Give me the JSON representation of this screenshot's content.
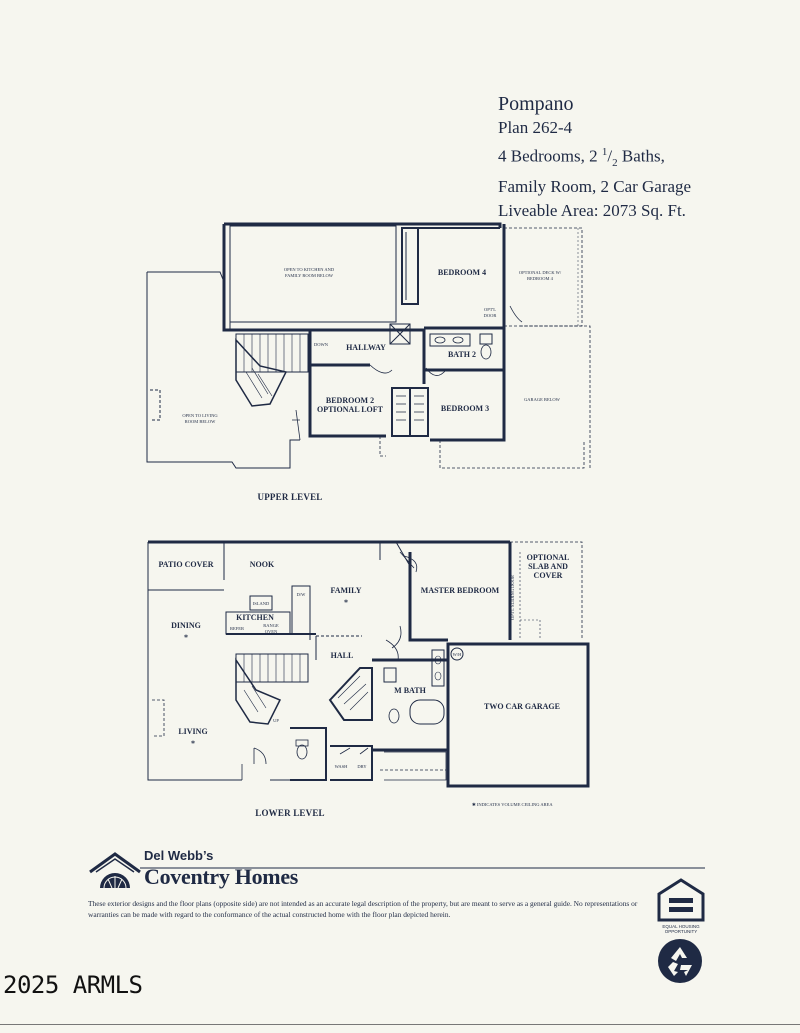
{
  "header": {
    "model": "Pompano",
    "plan": "Plan 262-4",
    "rooms_pre": "4 Bedrooms,  2 ",
    "half_num": "1",
    "half_slash": "/",
    "half_den": "2",
    "rooms_post": " Baths,",
    "features": "Family Room, 2 Car Garage",
    "area": "Liveable Area: 2073 Sq. Ft."
  },
  "upper": {
    "caption": "UPPER LEVEL",
    "open_kitchen_1": "OPEN TO KITCHEN AND",
    "open_kitchen_2": "FAMILY ROOM BELOW",
    "bedroom4": "BEDROOM 4",
    "deck_1": "OPTIONAL DECK W/",
    "deck_2": "BEDROOM 4",
    "optl_door_1": "OPT'L",
    "optl_door_2": "DOOR",
    "down": "DOWN",
    "hallway": "HALLWAY",
    "bath2": "BATH 2",
    "bedroom2": "BEDROOM 2",
    "optional_loft": "OPTIONAL LOFT",
    "bedroom3": "BEDROOM 3",
    "garage_below": "GARAGE BELOW",
    "open_living_1": "OPEN TO LIVING",
    "open_living_2": "ROOM BELOW"
  },
  "lower": {
    "caption": "LOWER LEVEL",
    "patio_cover": "PATIO COVER",
    "nook": "NOOK",
    "family": "FAMILY",
    "master_bedroom": "MASTER BEDROOM",
    "optional_slab_1": "OPTIONAL",
    "optional_slab_2": "SLAB AND",
    "optional_slab_3": "COVER",
    "dining": "DINING",
    "kitchen": "KITCHEN",
    "island": "ISLAND",
    "dw": "D/W",
    "refer": "REFER",
    "range_oven_1": "RANGE",
    "range_oven_2": "OVEN",
    "sliding_door": "OPT'L SLIDING DOOR",
    "hall": "HALL",
    "wh": "W/H",
    "m_bath": "M BATH",
    "two_car_garage": "TWO CAR GARAGE",
    "living": "LIVING",
    "up": "UP",
    "wash": "WASH",
    "dry": "DRY",
    "volume_note": "✱  INDICATES VOLUME CEILING AREA",
    "asterisk": "*"
  },
  "brand": {
    "pre": "Del Webb’s",
    "name": "Coventry Homes"
  },
  "disclaimer": "These exterior designs and the floor plans (opposite side) are not intended as an accurate legal description of the property, but are meant to serve as a general guide.  No representations or warranties can be made with regard to the conformance of the actual constructed home with the floor plan depicted herein.",
  "eho": {
    "line1": "EQUAL HOUSING",
    "line2": "OPPORTUNITY"
  },
  "copyright": "2025 ARMLS",
  "icons": [
    "coventry-house-logo-icon",
    "equal-housing-icon",
    "recycle-icon"
  ],
  "colors": {
    "ink": "#1f2a44",
    "paper": "#f6f6ef"
  }
}
